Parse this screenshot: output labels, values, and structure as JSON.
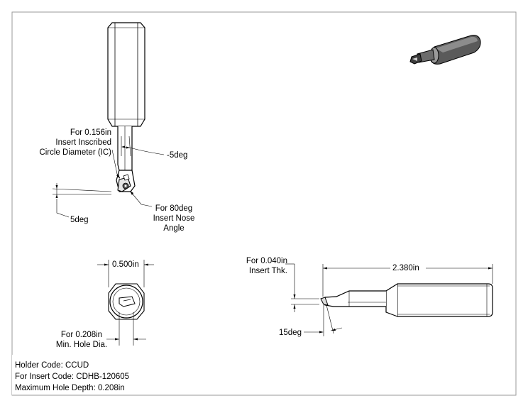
{
  "drawing": {
    "side_view": {
      "ic_note": [
        "For 0.156in",
        "Insert Inscribed",
        "Circle Diameter (IC)"
      ],
      "side_angle": "-5deg",
      "end_angle": "5deg",
      "nose_note": [
        "For 80deg",
        "Insert Nose",
        "Angle"
      ]
    },
    "end_view": {
      "shank_dia": "0.500in",
      "min_hole_note": [
        "For 0.208in",
        "Min. Hole Dia."
      ]
    },
    "front_view": {
      "thickness_note": [
        "For 0.040in",
        "Insert Thk."
      ],
      "overall_length": "2.380in",
      "clearance_angle": "15deg"
    }
  },
  "info": {
    "holder_code": "Holder Code: CCUD",
    "insert_code": "For Insert Code: CDHB-120605",
    "max_depth": "Maximum Hole Depth: 0.208in"
  }
}
